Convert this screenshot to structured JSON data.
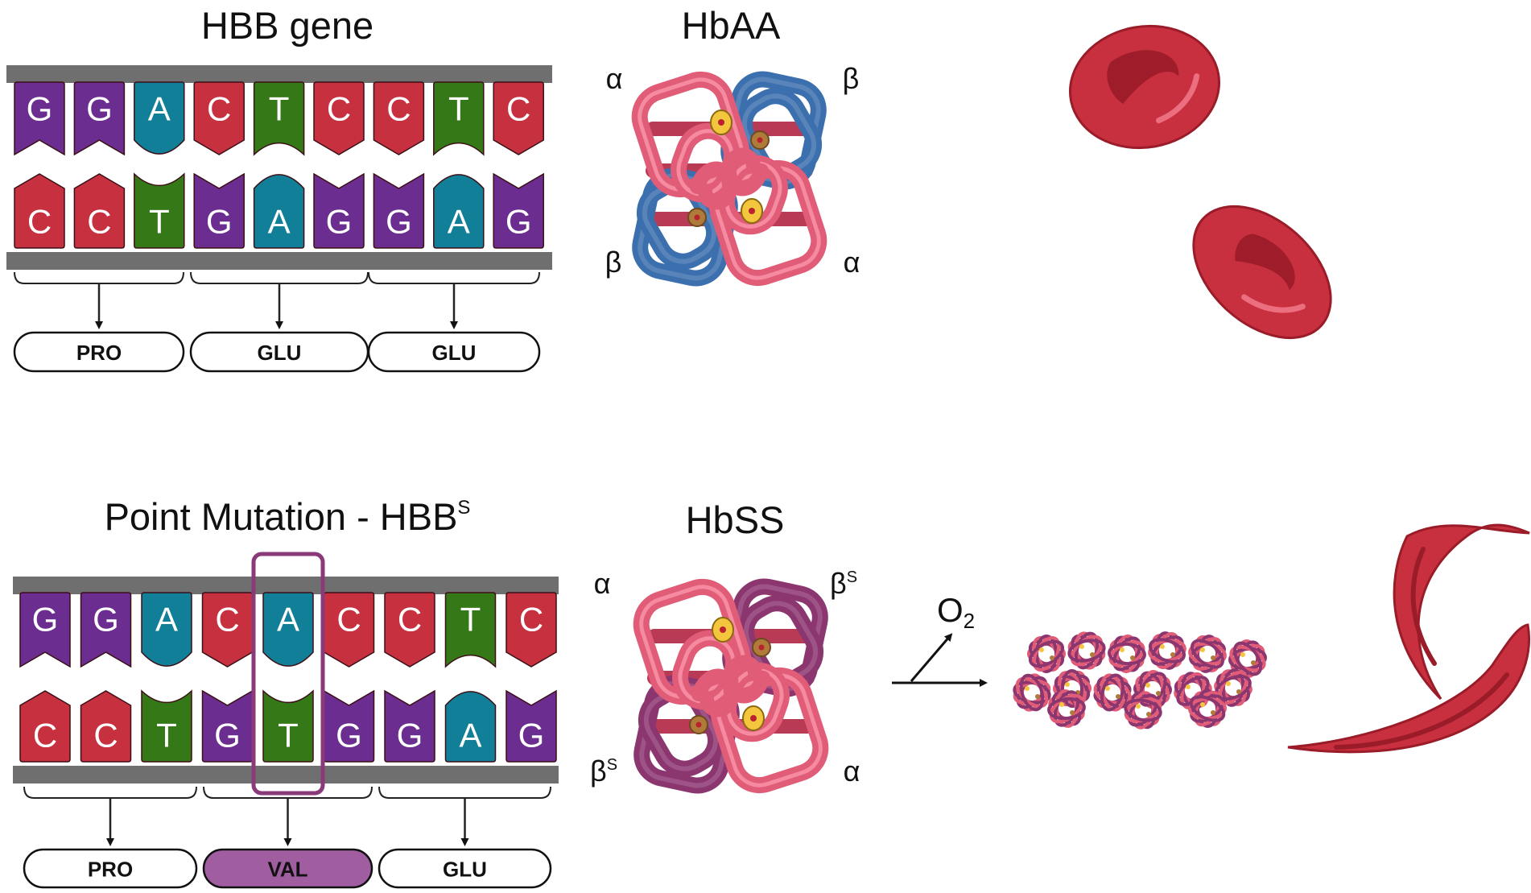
{
  "panels": [
    {
      "id": "normal",
      "title": "HBB gene",
      "title_sup": "",
      "top_strand": [
        "G",
        "G",
        "A",
        "C",
        "T",
        "C",
        "C",
        "T",
        "C"
      ],
      "bottom_strand": [
        "C",
        "C",
        "T",
        "G",
        "A",
        "G",
        "G",
        "A",
        "G"
      ],
      "amino_acids": [
        "PRO",
        "GLU",
        "GLU"
      ],
      "highlight_codon": -1,
      "highlight_base": -1,
      "hemoglobin": {
        "title": "HbAA",
        "labels": {
          "top_left": {
            "text": "α",
            "sup": ""
          },
          "top_right": {
            "text": "β",
            "sup": ""
          },
          "bottom_left": {
            "text": "β",
            "sup": ""
          },
          "bottom_right": {
            "text": "α",
            "sup": ""
          }
        }
      }
    },
    {
      "id": "mutant",
      "title": "Point Mutation - HBB",
      "title_sup": "S",
      "top_strand": [
        "G",
        "G",
        "A",
        "C",
        "A",
        "C",
        "C",
        "T",
        "C"
      ],
      "bottom_strand": [
        "C",
        "C",
        "T",
        "G",
        "T",
        "G",
        "G",
        "A",
        "G"
      ],
      "amino_acids": [
        "PRO",
        "VAL",
        "GLU"
      ],
      "highlight_codon": 1,
      "highlight_base": 4,
      "hemoglobin": {
        "title": "HbSS",
        "labels": {
          "top_left": {
            "text": "α",
            "sup": ""
          },
          "top_right": {
            "text": "β",
            "sup": "S"
          },
          "bottom_left": {
            "text": "β",
            "sup": "S"
          },
          "bottom_right": {
            "text": "α",
            "sup": ""
          }
        }
      }
    }
  ],
  "deoxygenation": {
    "label": "O",
    "subscript": "2"
  },
  "colors": {
    "G": "#6b2d8f",
    "A": "#127f98",
    "C": "#c6303f",
    "T": "#357817",
    "backbone": "#6f6f6f",
    "alpha_chain": "#e05c77",
    "beta_chain": "#3b6fae",
    "beta_s_chain": "#8c3670",
    "heme_outer": "#f4c63d",
    "heme_inner": "#b8232e",
    "cell": "#c9303f",
    "cell_dark": "#9a1c29",
    "mutation_box": "#8b3a79",
    "val_fill": "#a05ea0"
  }
}
